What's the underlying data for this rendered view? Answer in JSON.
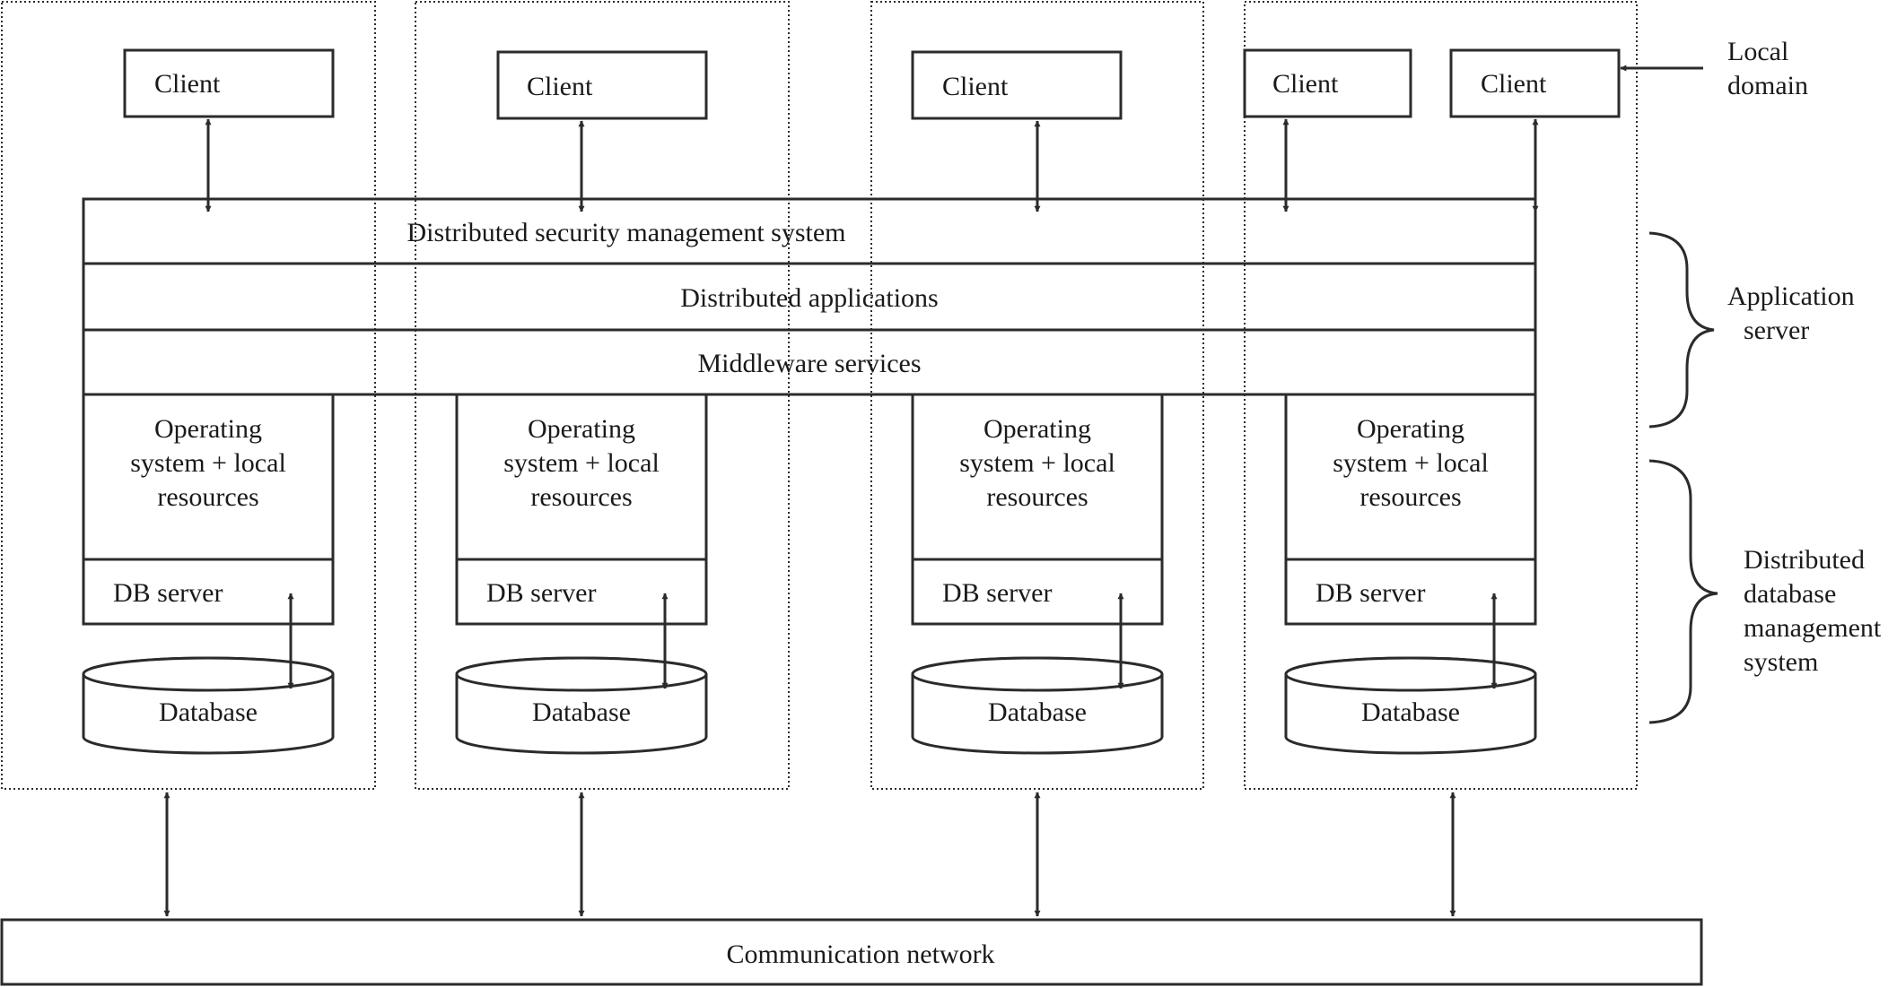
{
  "labels": {
    "client": "Client",
    "security": "Distributed security management system",
    "applications": "Distributed applications",
    "middleware": "Middleware services",
    "os_line1": "Operating",
    "os_line2": "system + local",
    "os_line3": "resources",
    "db_server": "DB server",
    "database": "Database",
    "network": "Communication network",
    "local_domain_1": "Local",
    "local_domain_2": "domain",
    "app_server_1": "Application",
    "app_server_2": "server",
    "ddbms_1": "Distributed",
    "ddbms_2": "database",
    "ddbms_3": "management",
    "ddbms_4": "system"
  }
}
